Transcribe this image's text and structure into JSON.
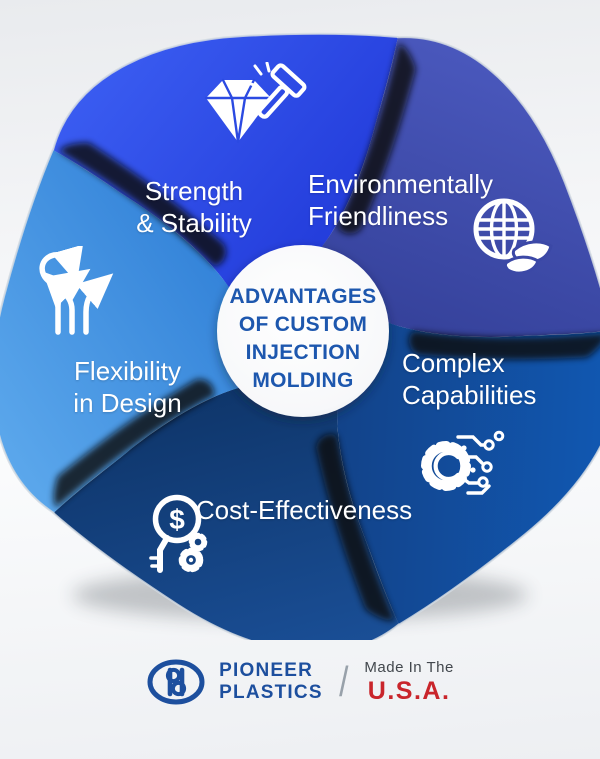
{
  "title": {
    "line1": "ADVANTAGES",
    "line2": "OF CUSTOM",
    "line3": "INJECTION",
    "line4": "MOLDING",
    "text_color": "#1d57ae"
  },
  "petals": [
    {
      "name": "strength-stability",
      "line1": "Strength",
      "line2": "& Stability",
      "color": "#2b4ae2",
      "icon": "diamond-hammer-icon"
    },
    {
      "name": "environmentally-friendliness",
      "line1": "Environmentally",
      "line2": "Friendliness",
      "color": "#3b48a6",
      "icon": "globe-leaf-icon"
    },
    {
      "name": "complex-capabilities",
      "line1": "Complex",
      "line2": "Capabilities",
      "color": "#124c9d",
      "icon": "gear-circuit-icon"
    },
    {
      "name": "cost-effectiveness",
      "line1": "Cost-Effectiveness",
      "line2": "",
      "color": "#113c78",
      "icon": "magnifier-dollar-gears-icon"
    },
    {
      "name": "flexibility-in-design",
      "line1": "Flexibility",
      "line2": "in Design",
      "color": "#3484d8",
      "icon": "branching-arrows-icon"
    }
  ],
  "icons": {
    "dollar_symbol": "$"
  },
  "footer": {
    "brand_line1": "PIONEER",
    "brand_line2": "PLASTICS",
    "separator": "/",
    "made_text": "Made In The",
    "usa_text": "U.S.A.",
    "brand_color": "#1d4f9e",
    "usa_color": "#c9252b"
  }
}
